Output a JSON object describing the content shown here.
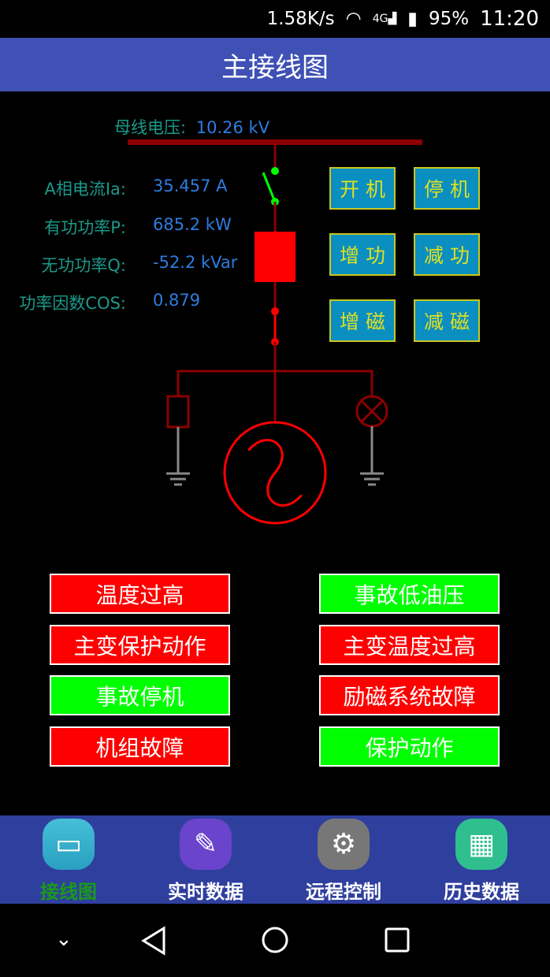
{
  "status_bar": {
    "speed": "1.58K/s",
    "network": "4G",
    "battery": "95%",
    "time": "11:20"
  },
  "header": {
    "title": "主接线图"
  },
  "bus": {
    "label": "母线电压:",
    "value": "10.26 kV"
  },
  "measurements": [
    {
      "label": "A相电流Ia:",
      "value": "35.457 A"
    },
    {
      "label": "有功功率P:",
      "value": "685.2 kW"
    },
    {
      "label": "无功功率Q:",
      "value": "-52.2 kVar"
    },
    {
      "label": "功率因数COS:",
      "value": "0.879"
    }
  ],
  "controls": [
    "开机",
    "停机",
    "增功",
    "减功",
    "增磁",
    "减磁"
  ],
  "alarms": [
    {
      "label": "温度过高",
      "color": "#ff0000"
    },
    {
      "label": "事故低油压",
      "color": "#00ff00"
    },
    {
      "label": "主变保护动作",
      "color": "#ff0000"
    },
    {
      "label": "主变温度过高",
      "color": "#ff0000"
    },
    {
      "label": "事故停机",
      "color": "#00ff00"
    },
    {
      "label": "励磁系统故障",
      "color": "#ff0000"
    },
    {
      "label": "机组故障",
      "color": "#ff0000"
    },
    {
      "label": "保护动作",
      "color": "#00ff00"
    }
  ],
  "nav": [
    {
      "label": "接线图",
      "icon": "monitor-chart-icon",
      "active": true
    },
    {
      "label": "实时数据",
      "icon": "edit-icon"
    },
    {
      "label": "远程控制",
      "icon": "gear-icon"
    },
    {
      "label": "历史数据",
      "icon": "grid-icon"
    }
  ]
}
